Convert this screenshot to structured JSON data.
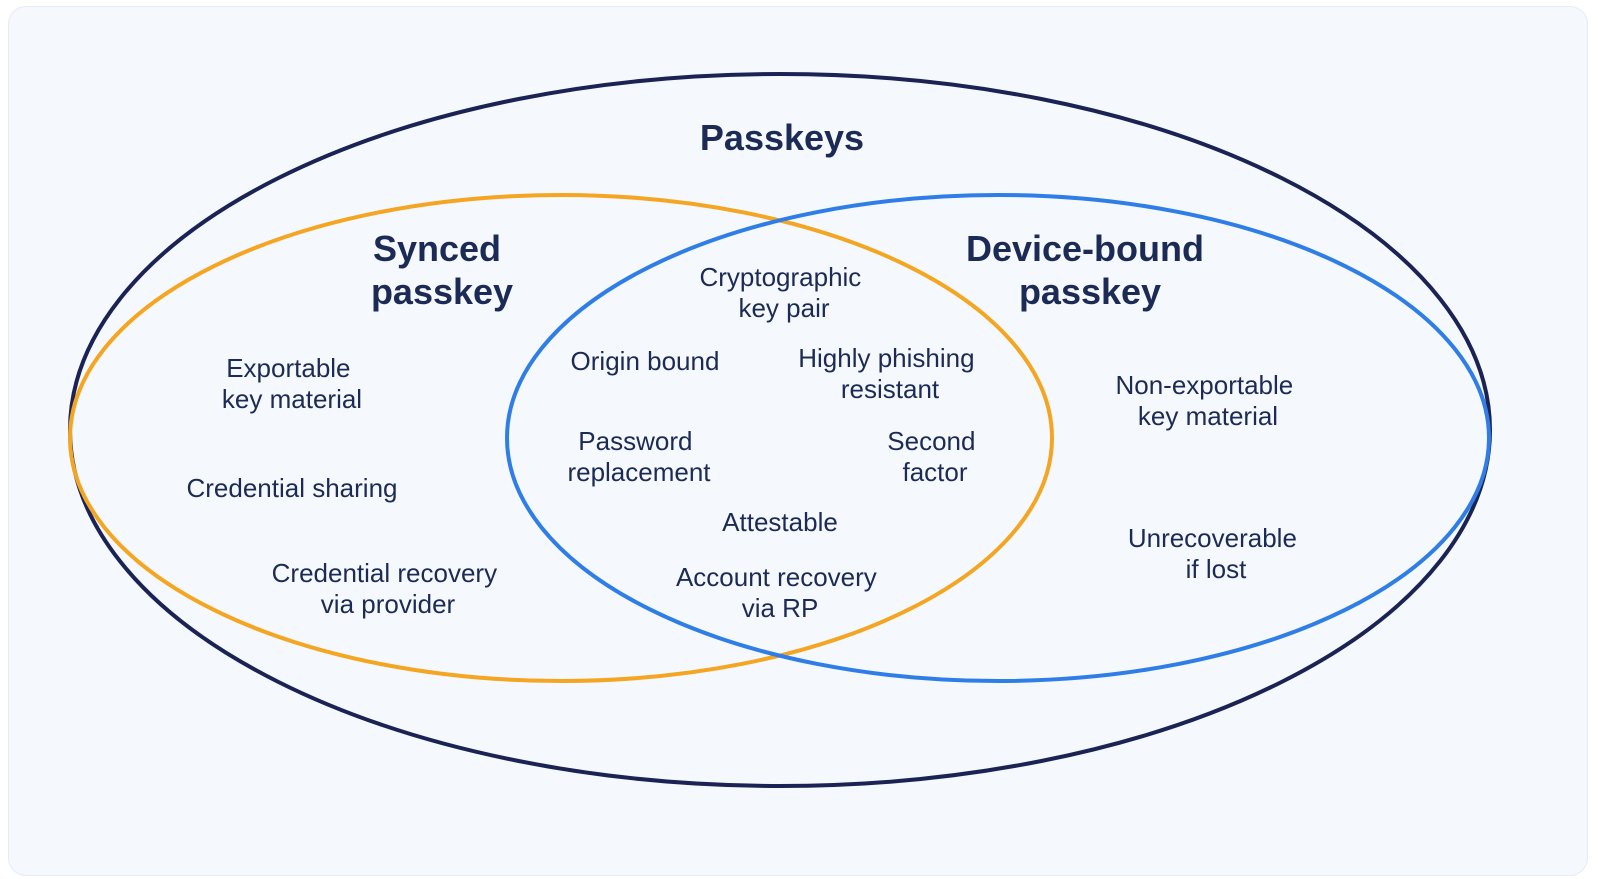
{
  "colors": {
    "outer": "#1a2354",
    "synced": "#f4a623",
    "device": "#2f7ee8",
    "text": "#1c2b55",
    "background": "#f5f8fc"
  },
  "title": "Passkeys",
  "synced": {
    "heading": [
      "Synced",
      "passkey"
    ],
    "items": [
      [
        "Exportable",
        "key material"
      ],
      [
        "Credential sharing"
      ],
      [
        "Credential recovery",
        "via provider"
      ]
    ]
  },
  "device": {
    "heading": [
      "Device-bound",
      "passkey"
    ],
    "items": [
      [
        "Non-exportable",
        "key material"
      ],
      [
        "Unrecoverable",
        "if lost"
      ]
    ]
  },
  "shared": {
    "items": [
      [
        "Cryptographic",
        "key pair"
      ],
      [
        "Origin bound"
      ],
      [
        "Highly phishing",
        "resistant"
      ],
      [
        "Password",
        "replacement"
      ],
      [
        "Second",
        "factor"
      ],
      [
        "Attestable"
      ],
      [
        "Account recovery",
        "via RP"
      ]
    ]
  }
}
